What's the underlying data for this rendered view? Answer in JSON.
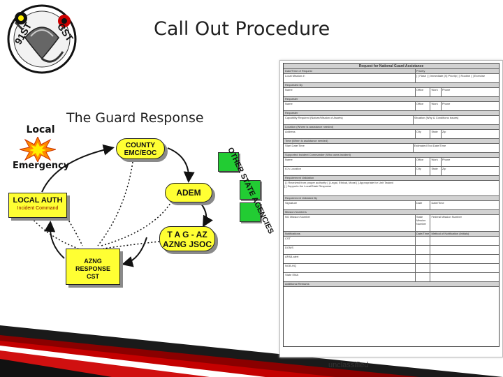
{
  "slide": {
    "title": "Call Out Procedure",
    "subtitle": "The Guard Response",
    "footer": "unclassified"
  },
  "logo": {
    "line1": "91ST",
    "line2": "CST"
  },
  "diagram": {
    "local_emergency": {
      "line1": "Local",
      "line2": "Emergency"
    },
    "local_auth": {
      "title": "LOCAL AUTH",
      "sub": "Incident Command"
    },
    "county": {
      "line1": "COUNTY",
      "line2": "EMC/EOC"
    },
    "adem": {
      "label": "ADEM"
    },
    "tag": {
      "line1": "T A G - AZ",
      "line2": "AZNG JSOC"
    },
    "response": {
      "line1": "AZNG RESPONSE",
      "line2": "CST"
    },
    "other_states": {
      "label": "OTHER STATE AGENCIES"
    }
  },
  "form": {
    "title": "Request for National Guard Assistance",
    "rows": [
      {
        "type": "hdr",
        "cells": [
          "Date/Time of Request",
          "Priority"
        ]
      },
      {
        "type": "data",
        "cells": [
          "Local Mission #:",
          "[ ] Flash   [ ] Immediate  [X] Priority  [ ] Routine   [ ] Exercise"
        ]
      },
      {
        "type": "hdr",
        "cells": [
          "Requested By"
        ]
      },
      {
        "type": "data",
        "cells": [
          "Name",
          "Office",
          "Work",
          "Phone"
        ]
      },
      {
        "type": "hdr",
        "cells": [
          "Requester"
        ]
      },
      {
        "type": "data",
        "cells": [
          "Name",
          "Office",
          "Work",
          "Phone"
        ]
      },
      {
        "type": "hdr",
        "cells": [
          "Requester"
        ]
      },
      {
        "type": "data",
        "cells": [
          "Capability Required (Nature/Mission of Assets)",
          "Situation (Why & Conditions issues)"
        ]
      },
      {
        "type": "hdr",
        "cells": [
          "Location (Where is assistance needed)"
        ]
      },
      {
        "type": "data",
        "cells": [
          "Address",
          "City",
          "State",
          "Zip"
        ]
      },
      {
        "type": "hdr",
        "cells": [
          "Time (When is assistance needed)"
        ]
      },
      {
        "type": "data",
        "cells": [
          "Start Date/Time",
          "Estimated End Date/Time"
        ]
      },
      {
        "type": "hdr",
        "cells": [
          "Supported Incident Commander (Who owns incident)"
        ]
      },
      {
        "type": "data",
        "cells": [
          "Name",
          "Office",
          "Work",
          "Phone"
        ]
      },
      {
        "type": "data",
        "cells": [
          "IC's Location",
          "City",
          "State",
          "Zip"
        ]
      },
      {
        "type": "hdr",
        "cells": [
          "Requirement Validation"
        ]
      },
      {
        "type": "data",
        "cells": [
          "[ ] Received from proper authority     [ ] Legal, Ethical, Moral       [ ] Appropriate for Unit Tasked",
          "[ ] Supports the Local/State Response"
        ]
      },
      {
        "type": "hdr",
        "cells": [
          "Requirement Validated By"
        ]
      },
      {
        "type": "data",
        "cells": [
          "Signature",
          "Date",
          "Date/Time"
        ]
      },
      {
        "type": "hdr",
        "cells": [
          "Mission Numbers"
        ]
      },
      {
        "type": "data",
        "cells": [
          "NG Mission Number",
          "State Mission Number",
          "Federal Mission Number"
        ]
      },
      {
        "type": "hdr",
        "cells": [
          "Notifications",
          "Date/Time",
          "Method of Notification (Initials)"
        ]
      },
      {
        "type": "data",
        "cells": [
          "CST",
          "",
          ""
        ]
      },
      {
        "type": "data",
        "cells": [
          "DOMS",
          "",
          ""
        ]
      },
      {
        "type": "data",
        "cells": [
          "AFAB-alert",
          "",
          ""
        ]
      },
      {
        "type": "data",
        "cells": [
          "NGB-HQ",
          "",
          ""
        ]
      },
      {
        "type": "data",
        "cells": [
          "State EMA",
          "",
          ""
        ]
      },
      {
        "type": "hdr",
        "cells": [
          "Additional Remarks"
        ]
      }
    ]
  }
}
